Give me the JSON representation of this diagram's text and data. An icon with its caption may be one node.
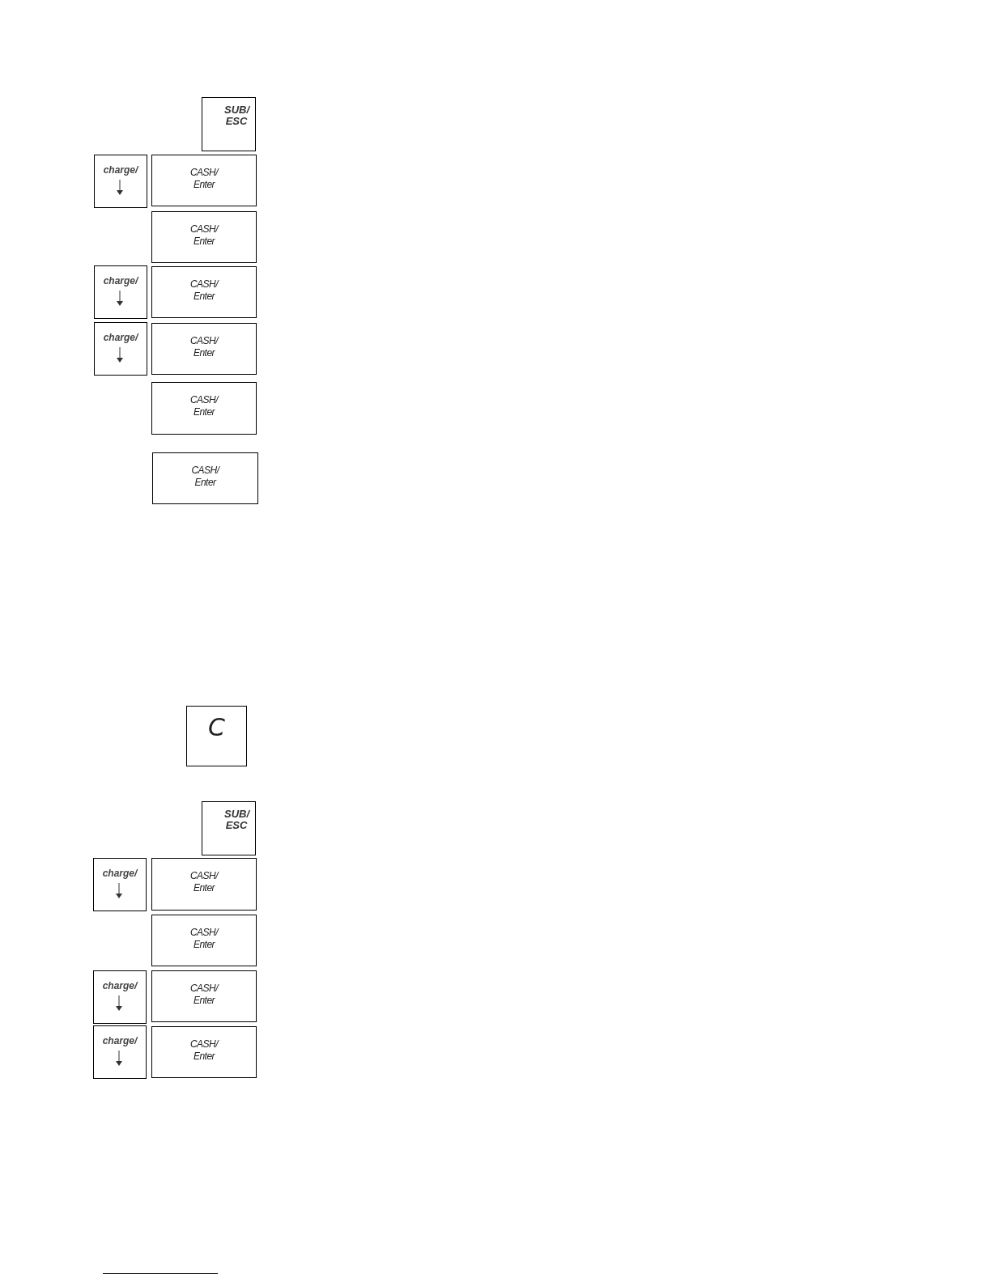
{
  "diagram": {
    "nodes": [
      {
        "text": [
          "SUB/ ESC"
        ]
      },
      {
        "text": [
          "charge/"
        ]
      },
      {
        "text": [
          "CASH/ Enter"
        ]
      },
      {
        "text": [
          "CASH/ Enter"
        ]
      },
      {
        "text": [
          "charge/"
        ]
      },
      {
        "text": [
          "CASH/ Enter"
        ]
      },
      {
        "text": [
          "charge/"
        ]
      },
      {
        "text": [
          "CASH/ Enter"
        ]
      },
      {
        "text": [
          "CASH/ Enter"
        ]
      },
      {
        "text": [
          "CASH/ Enter"
        ]
      },
      {
        "text": [
          "C"
        ]
      },
      {
        "text": [
          "SUB/ ESC"
        ]
      },
      {
        "text": [
          "charge/"
        ]
      },
      {
        "text": [
          "CASH/ Enter"
        ]
      },
      {
        "text": [
          "CASH/ Enter"
        ]
      },
      {
        "text": [
          "charge/"
        ]
      },
      {
        "text": [
          "CASH/ Enter"
        ]
      },
      {
        "text": [
          "charge/"
        ]
      },
      {
        "text": [
          "CASH/ Enter"
        ]
      }
    ]
  }
}
